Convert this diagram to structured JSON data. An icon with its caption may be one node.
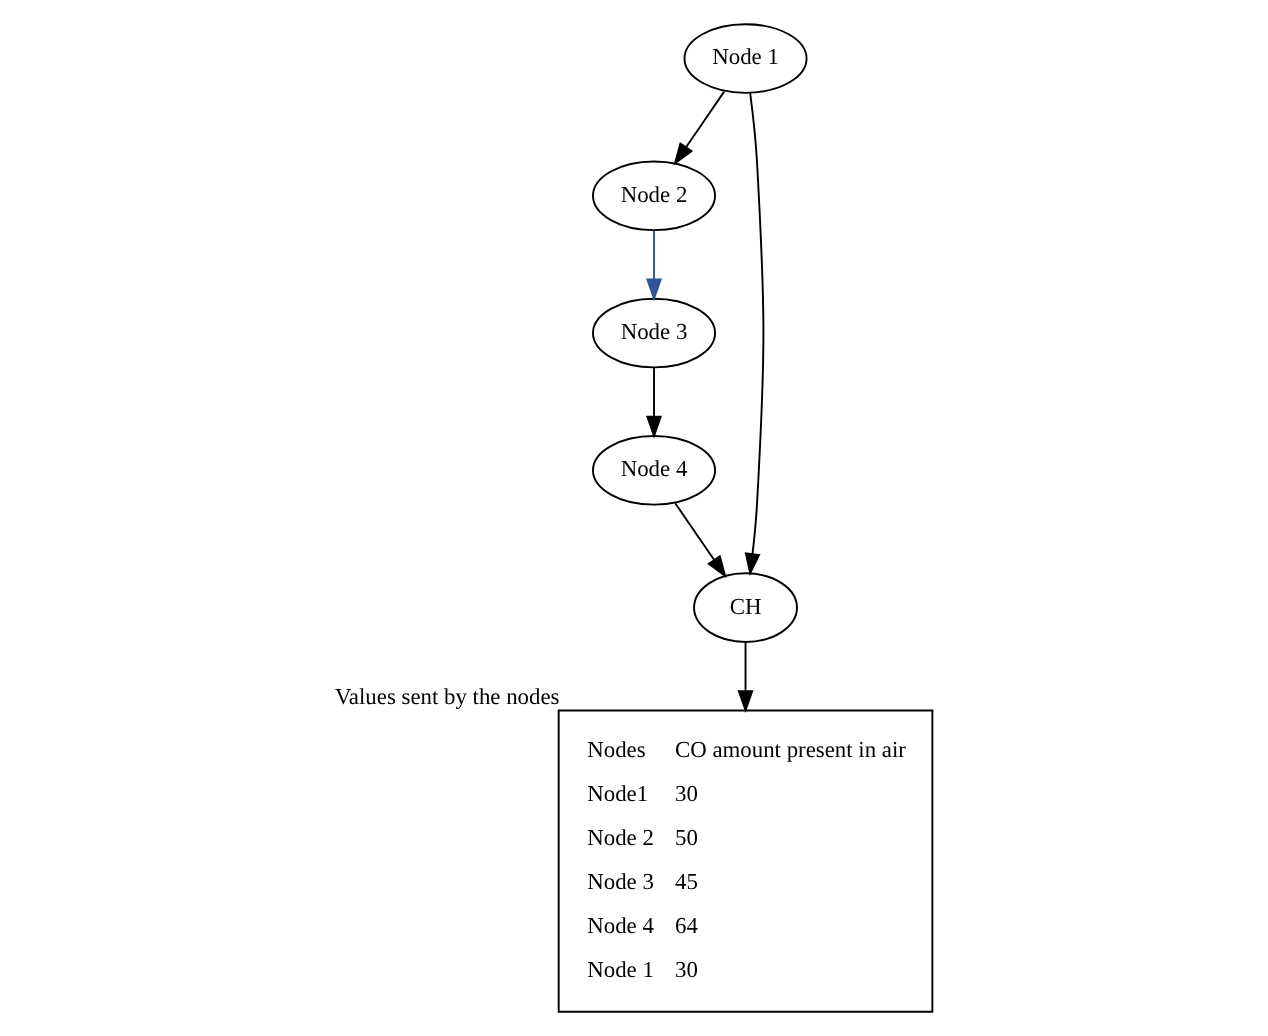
{
  "diagram": {
    "nodes": [
      {
        "text": [
          "Node 1"
        ]
      },
      {
        "text": [
          "Node 2"
        ]
      },
      {
        "text": [
          "Node 3"
        ]
      },
      {
        "text": [
          "Node 4"
        ]
      },
      {
        "text": [
          "CH"
        ]
      },
      {
        "text": [
          "Nodes",
          "CO amount present in air",
          "Node1",
          "30",
          "Node 2",
          "50",
          "Node 3",
          "45",
          "Node 4",
          "64",
          "Node 1",
          "30"
        ],
        "beside": [
          "Values sent by the nodes"
        ]
      }
    ],
    "edges": [
      {
        "from": 0,
        "to": 1,
        "arrow": "to"
      },
      {
        "from": 1,
        "to": 2,
        "arrow": "to",
        "color": "#2f5597"
      },
      {
        "from": 2,
        "to": 3,
        "arrow": "to"
      },
      {
        "from": 3,
        "to": 4,
        "arrow": "to"
      },
      {
        "from": 0,
        "to": 4,
        "arrow": "to"
      },
      {
        "from": 4,
        "to": 5,
        "arrow": "to"
      }
    ]
  }
}
